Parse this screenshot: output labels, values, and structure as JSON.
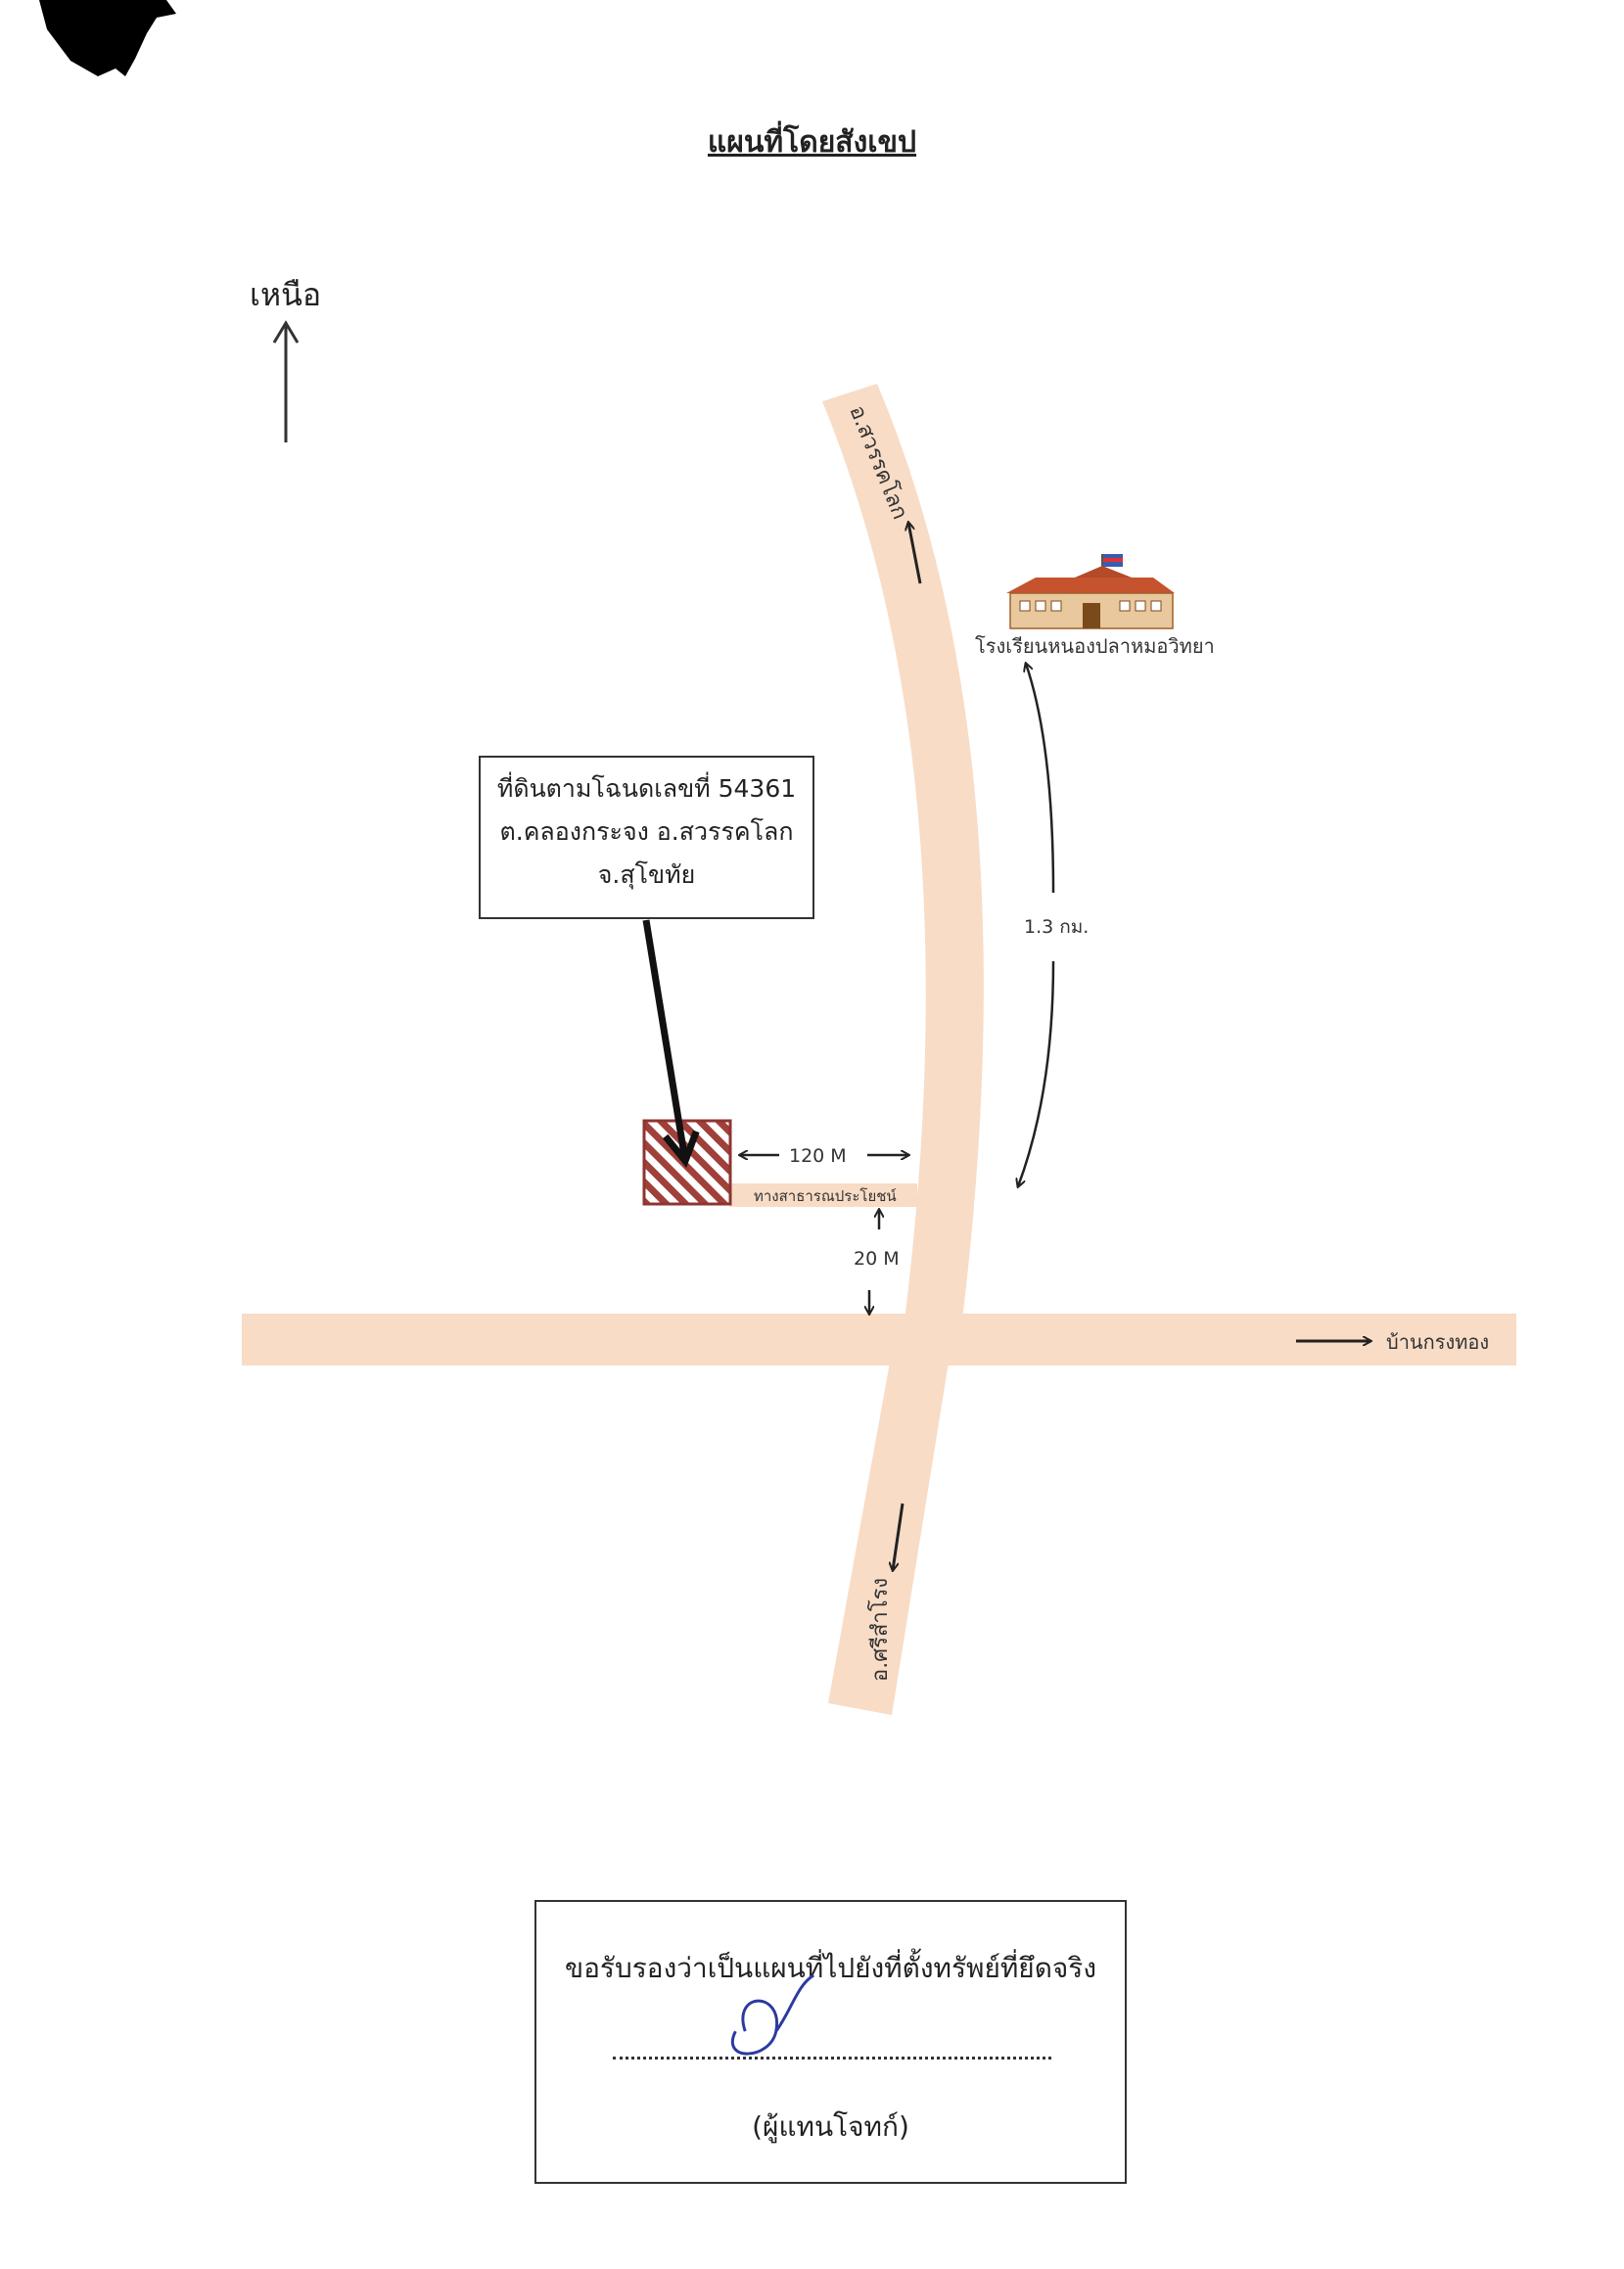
{
  "title": "แผนที่โดยสังเขป",
  "north_label": "เหนือ",
  "parcel": {
    "line1": "ที่ดินตามโฉนดเลขที่ 54361",
    "line2": "ต.คลองกระจง  อ.สวรรคโลก",
    "line3": "จ.สุโขทัย"
  },
  "roads": {
    "north_destination": "อ.สวรรคโลก",
    "south_destination": "อ.ศรีสำโรง",
    "east_destination": "บ้านกรงทอง",
    "public_lane": "ทางสาธารณประโยชน์"
  },
  "landmark": {
    "name": "โรงเรียนหนองปลาหมอวิทยา",
    "icon": "school-building-icon"
  },
  "distances": {
    "to_school": "1.3 กม.",
    "to_road": "120 M",
    "lane_to_junction": "20 M"
  },
  "certification": {
    "statement": "ขอรับรองว่าเป็นแผนที่ไปยังที่ตั้งทรัพย์ที่ยึดจริง",
    "role": "(ผู้แทนโจทก์)"
  },
  "colors": {
    "road": "#f8dcc6",
    "parcel_hatch": "#a0403a",
    "ink": "#222222",
    "signature": "#2b3aa0"
  }
}
